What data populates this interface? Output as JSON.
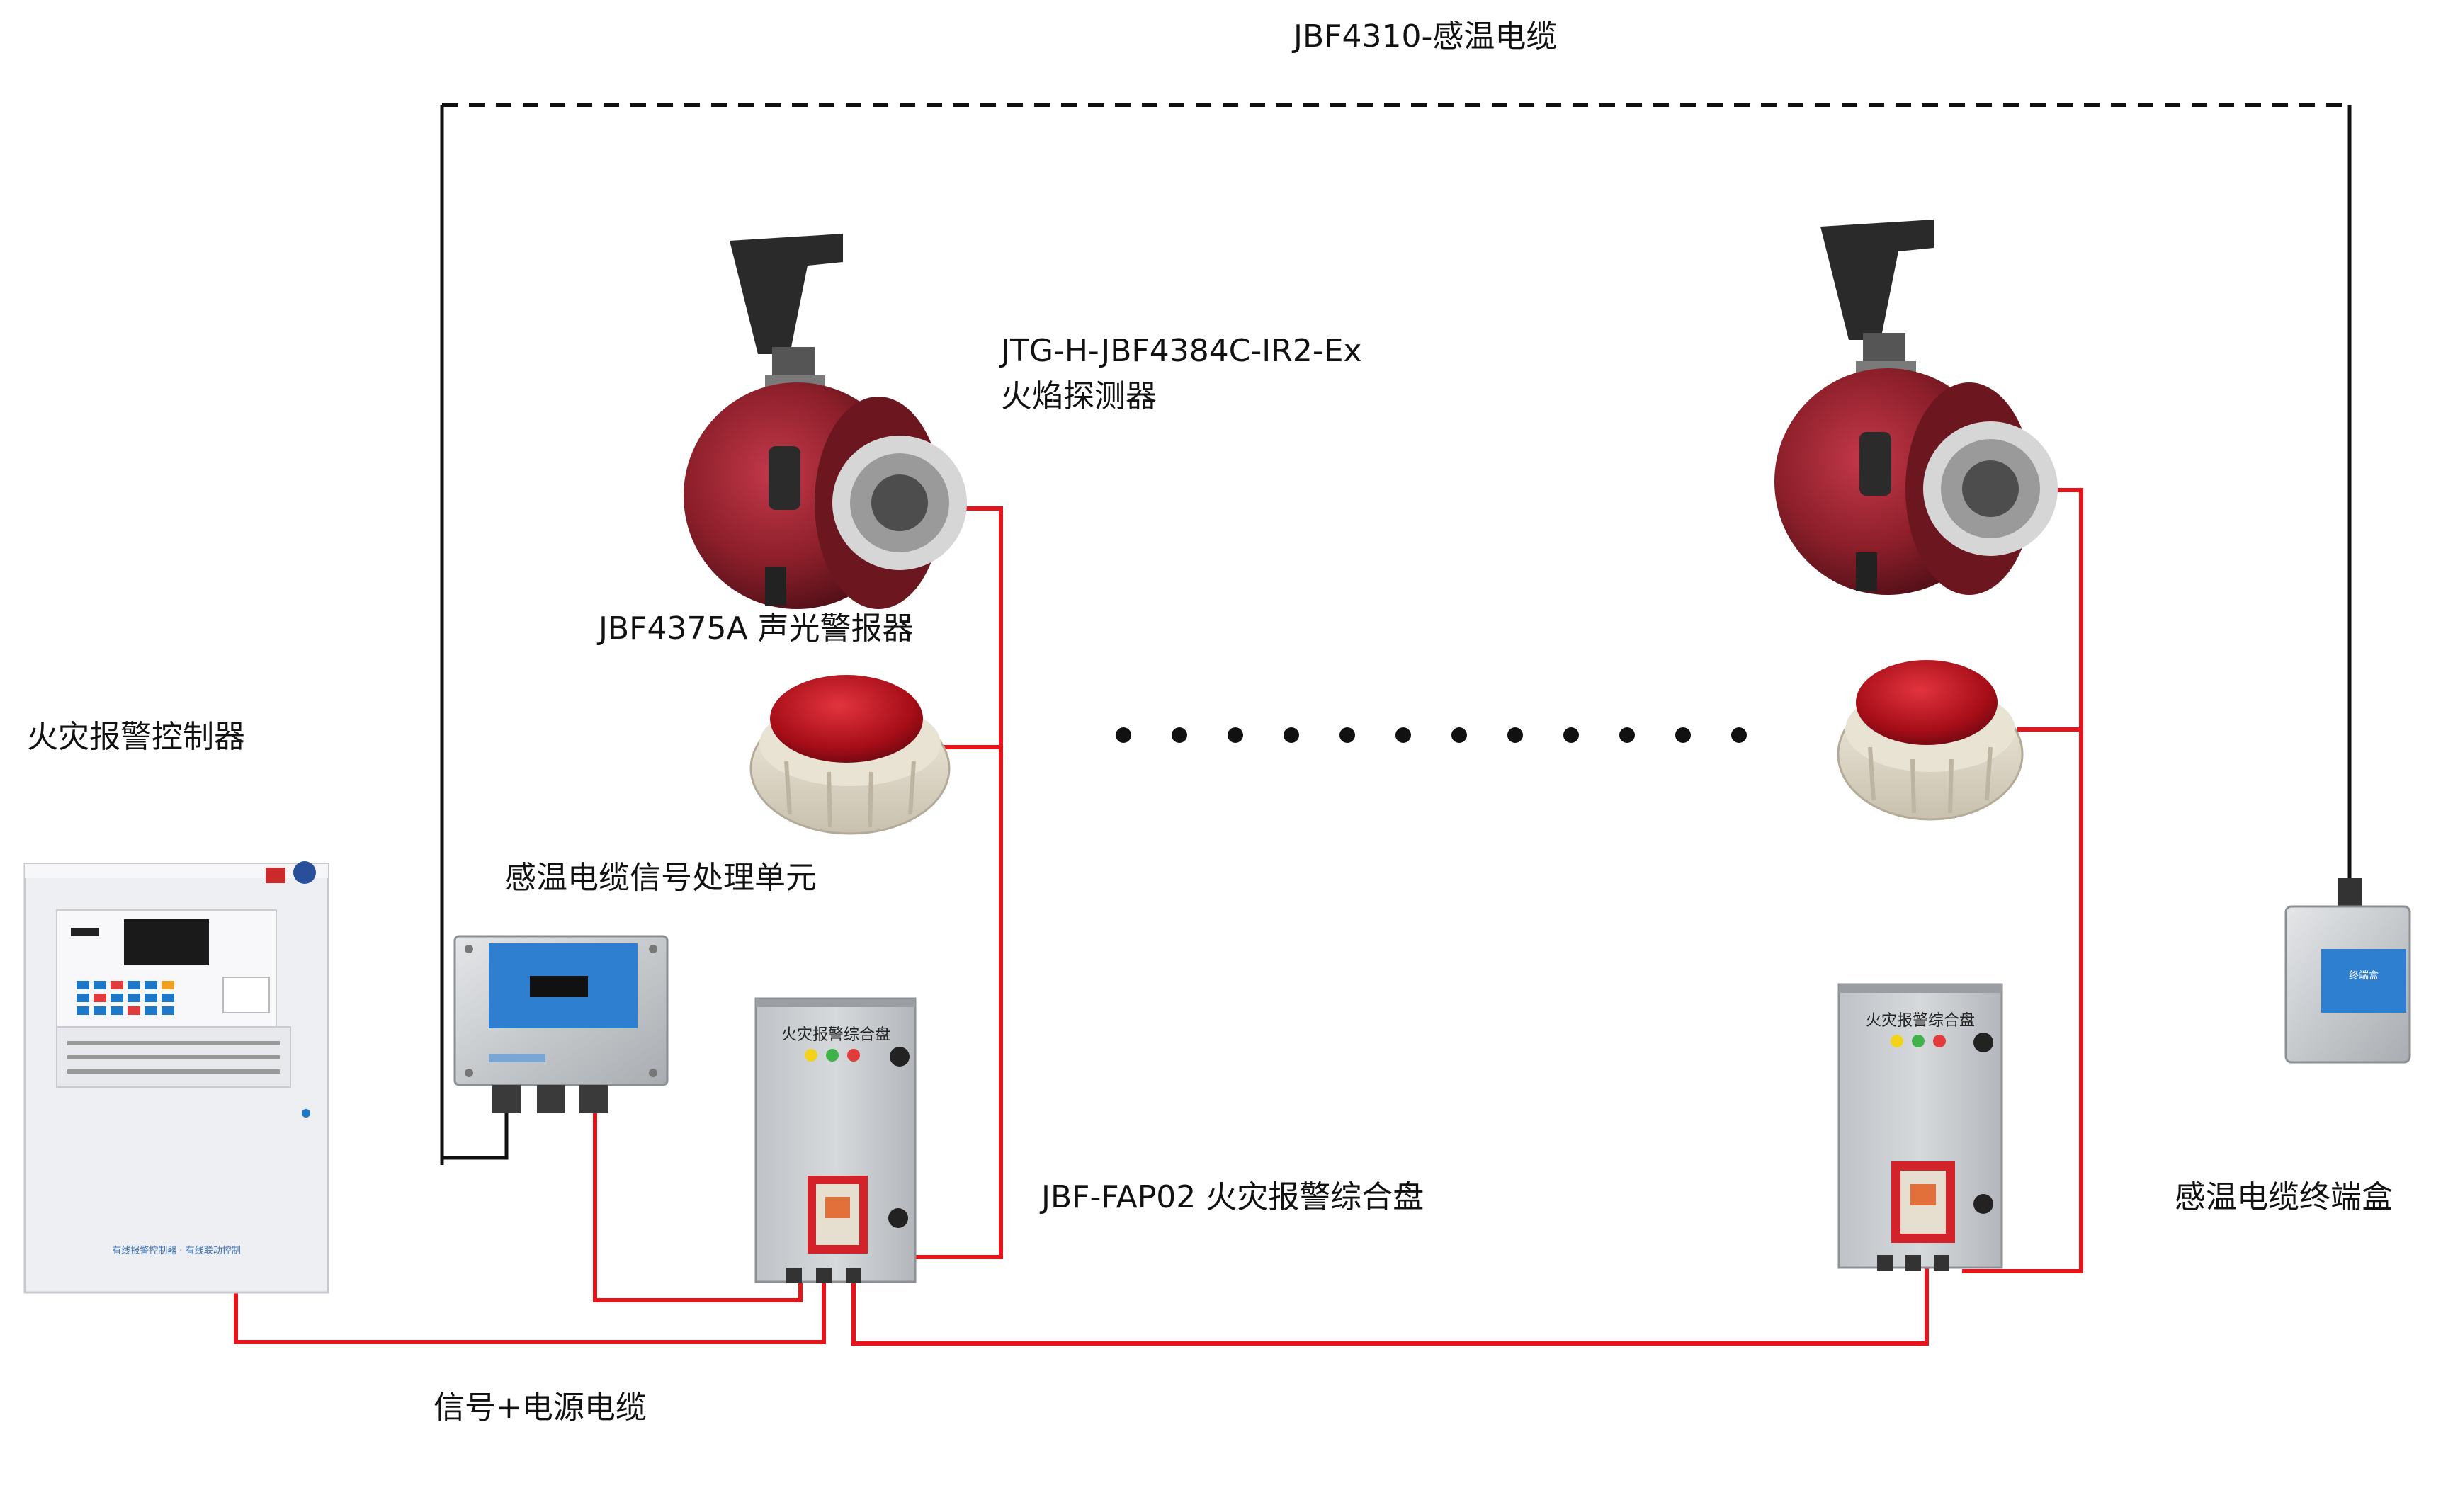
{
  "labels": {
    "cable_top": "JBF4310-感温电缆",
    "detector_model": "JTG-H-JBF4384C-IR2-Ex",
    "detector_name": "火焰探测器",
    "alarm": "JBF4375A 声光警报器",
    "controller": "火灾报警控制器",
    "processor": "感温电缆信号处理单元",
    "panel": "JBF-FAP02 火灾报警综合盘",
    "terminal_box": "感温电缆终端盒",
    "signal_cable": "信号+电源电缆"
  },
  "device_text": {
    "panel_title": "火灾报警综合盘",
    "panel_title_right": "火灾报警综合盘",
    "terminal_label": "终端盒",
    "controller_footer": "有线报警控制器 · 有线联动控制"
  },
  "colors": {
    "wire_red": "#e8141c",
    "wire_black": "#111111",
    "detector_red": "#8c1f2a",
    "alarm_dome": "#b3121c",
    "panel_grey": "#c9ccd0",
    "accent_blue": "#1e78c8"
  }
}
